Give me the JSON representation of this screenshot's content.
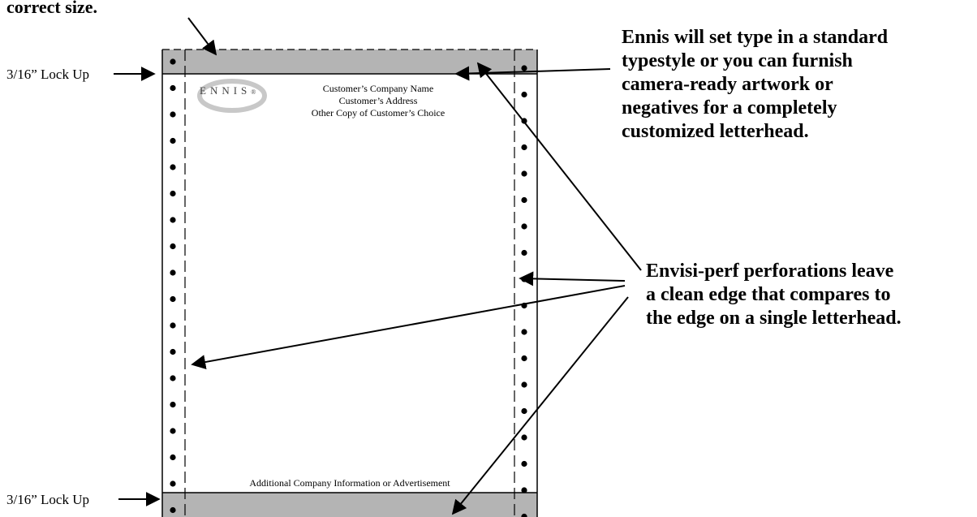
{
  "labels": {
    "top_note": "correct size.",
    "lock_up_top": "3/16” Lock Up",
    "lock_up_bottom": "3/16” Lock Up",
    "callout_typesetting": [
      "Ennis will set type in a standard",
      "typestyle or you can furnish",
      "camera-ready artwork or",
      "negatives for a completely",
      "customized letterhead."
    ],
    "callout_perfs": [
      "Envisi-perf perforations leave",
      "a clean edge that compares to",
      "the edge on a single letterhead."
    ]
  },
  "sheet": {
    "logo_text": "ENNIS",
    "logo_mark": "®",
    "company_name": "Customer’s Company Name",
    "company_address": "Customer’s Address",
    "other_copy": "Other Copy of Customer’s Choice",
    "footer": "Additional Company Information or Advertisement"
  },
  "colors": {
    "lock_up_band": "#b4b4b4",
    "ink": "#000000",
    "logo_swoosh": "#c8c8c8"
  }
}
